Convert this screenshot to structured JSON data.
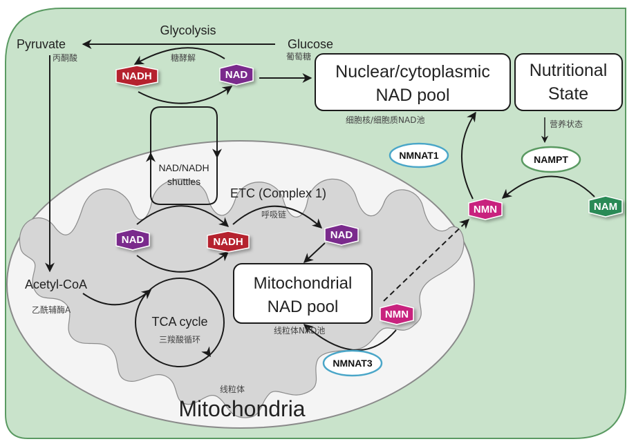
{
  "diagram": {
    "colors": {
      "cell_fill": "#c9e3cb",
      "cell_stroke": "#5a9a62",
      "mito_outer": "#f4f4f4",
      "mito_inner": "#d6d6d6",
      "nadh": "#b5202e",
      "nad": "#7a2a8c",
      "nmn": "#c8237e",
      "nam": "#2a8a56",
      "nmnat_ring": "#4aa6c8",
      "nampt_ring": "#5a9a62"
    },
    "glycolysis": {
      "label": "Glycolysis",
      "cn": "糖酵解"
    },
    "pyruvate": {
      "label": "Pyruvate",
      "cn": "丙酮酸"
    },
    "glucose": {
      "label": "Glucose",
      "cn": "葡萄糖"
    },
    "nuclear_pool": {
      "line1": "Nuclear/cytoplasmic",
      "line2": "NAD pool",
      "cn": "细胞核/细胞质NAD池"
    },
    "nutritional": {
      "line1": "Nutritional",
      "line2": "State",
      "cn": "营养状态"
    },
    "shuttles": {
      "line1": "NAD/NADH",
      "line2": "shuttles"
    },
    "etc": {
      "label": "ETC (Complex 1)",
      "cn": "呼吸链"
    },
    "acetyl": {
      "label": "Acetyl-CoA",
      "cn": "乙酰辅酶A"
    },
    "tca": {
      "label": "TCA cycle",
      "cn": "三羧酸循环"
    },
    "mito_pool": {
      "line1": "Mitochondrial",
      "line2": "NAD pool",
      "cn": "线粒体NAD池"
    },
    "mitochondria": {
      "label": "Mitochondria",
      "cn": "线粒体"
    },
    "badges": {
      "nadh_glyco": "NADH",
      "nad_glyco": "NAD",
      "nad_mito_left": "NAD",
      "nadh_mito": "NADH",
      "nad_mito_right": "NAD",
      "nmn_cyto": "NMN",
      "nmn_mito": "NMN",
      "nam": "NAM"
    },
    "enzymes": {
      "nmnat1": "NMNAT1",
      "nampt": "NAMPT",
      "nmnat3": "NMNAT3"
    }
  }
}
